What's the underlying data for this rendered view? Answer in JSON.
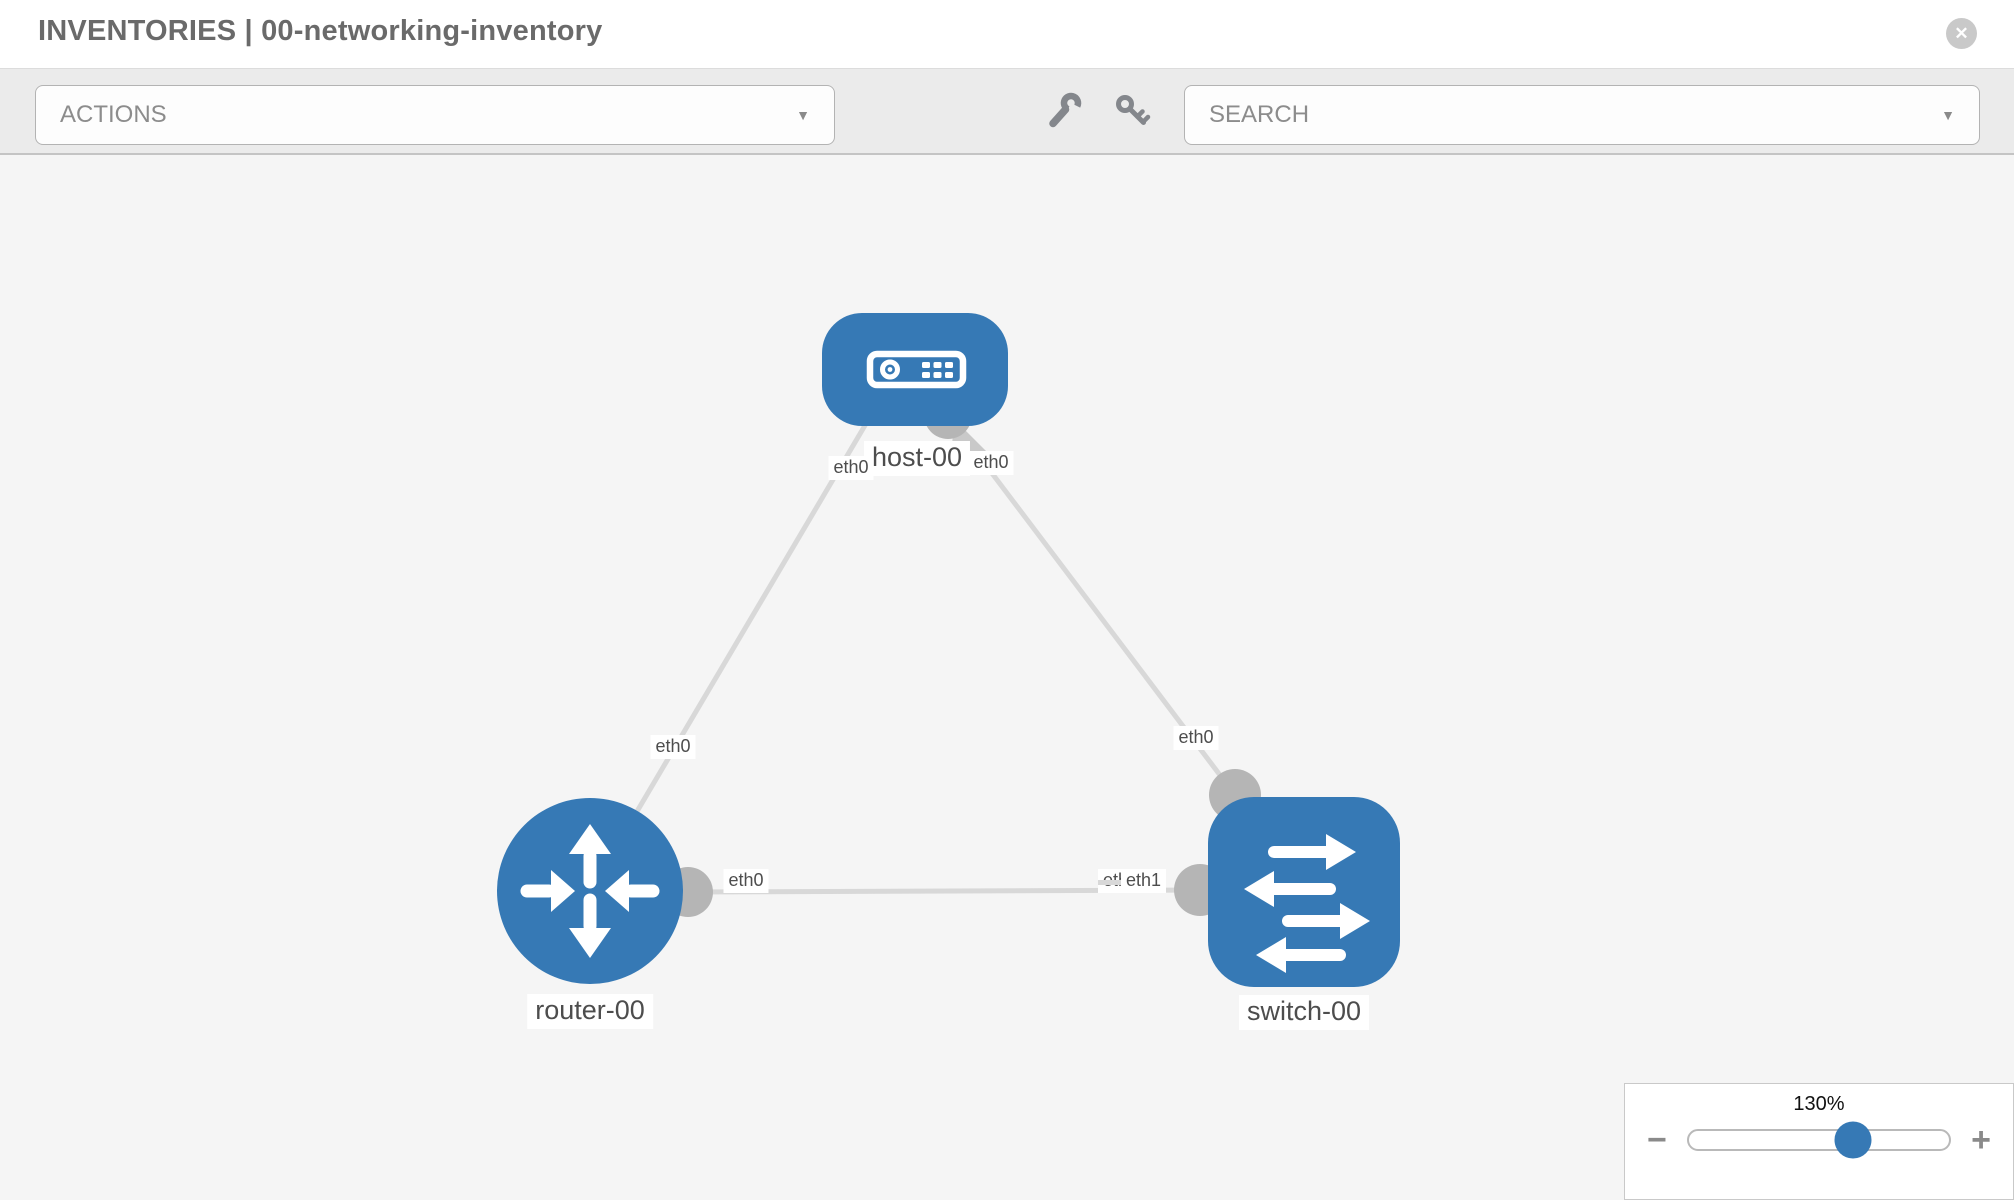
{
  "header": {
    "title": "INVENTORIES | 00-networking-inventory",
    "close_icon": "✕"
  },
  "toolbar": {
    "actions_label": "ACTIONS",
    "search_label": "SEARCH",
    "caret_icon": "▼",
    "icons": [
      "wrench-icon",
      "key-icon"
    ]
  },
  "topology": {
    "nodes": [
      {
        "label": "host-00",
        "type": "host",
        "icon": "host-device-icon"
      },
      {
        "label": "router-00",
        "type": "router",
        "icon": "router-arrows-icon"
      },
      {
        "label": "switch-00",
        "type": "switch",
        "icon": "switch-arrows-icon"
      }
    ],
    "links": [
      {
        "from": "router-00",
        "from_if": "eth0",
        "to": "host-00",
        "to_if": "eth0"
      },
      {
        "from": "switch-00",
        "from_if": "eth0",
        "to": "host-00",
        "to_if": "eth0"
      },
      {
        "from": "router-00",
        "from_if": "eth0",
        "to": "switch-00",
        "to_if": "eth1"
      }
    ],
    "interface_labels": {
      "host_left": "eth0",
      "host_right": "eth0",
      "router_top": "eth0",
      "switch_top": "eth0",
      "mid_router": "eth0",
      "mid_switch_back": "eth0",
      "mid_switch_front": "eth1"
    }
  },
  "zoom_control": {
    "level": "130%",
    "minus_icon": "−",
    "plus_icon": "+"
  },
  "colors": {
    "node_blue": "#3679b5",
    "link_gray": "#d8d8d8",
    "connector_gray": "#b5b5b5",
    "canvas_bg": "#f5f5f5",
    "toolbar_bg": "#ebebeb",
    "label_text": "#4d4d4d"
  }
}
